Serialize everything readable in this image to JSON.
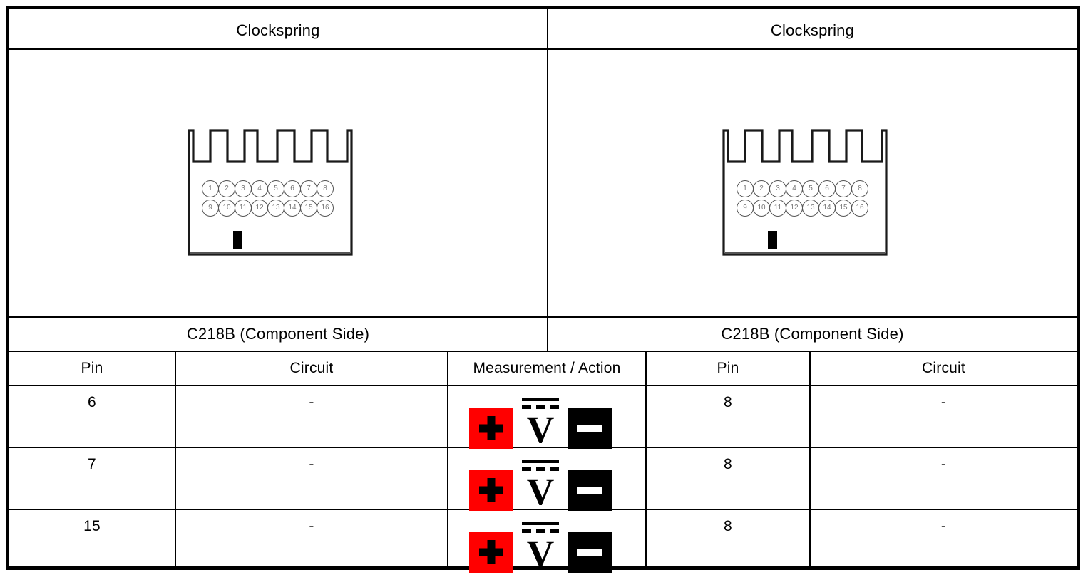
{
  "document": {
    "kind": "connector-pinout-test-table",
    "halves": [
      {
        "side": "left",
        "component_title": "Clockspring",
        "connector_caption": "C218B (Component Side)",
        "connector": {
          "name": "C218B",
          "pin_rows": [
            [
              "1",
              "2",
              "3",
              "4",
              "5",
              "6",
              "7",
              "8"
            ],
            [
              "9",
              "10",
              "11",
              "12",
              "13",
              "14",
              "15",
              "16"
            ]
          ]
        }
      },
      {
        "side": "right",
        "component_title": "Clockspring",
        "connector_caption": "C218B (Component Side)",
        "connector": {
          "name": "C218B",
          "pin_rows": [
            [
              "1",
              "2",
              "3",
              "4",
              "5",
              "6",
              "7",
              "8"
            ],
            [
              "9",
              "10",
              "11",
              "12",
              "13",
              "14",
              "15",
              "16"
            ]
          ]
        }
      }
    ],
    "table": {
      "headers": {
        "left_pin": "Pin",
        "left_circuit": "Circuit",
        "measurement": "Measurement / Action",
        "right_pin": "Pin",
        "right_circuit": "Circuit"
      },
      "rows": [
        {
          "left_pin": "6",
          "left_circuit": "-",
          "measurement": {
            "positive_label": "+",
            "meter_mode": "V",
            "negative_label": "−"
          },
          "right_pin": "8",
          "right_circuit": "-"
        },
        {
          "left_pin": "7",
          "left_circuit": "-",
          "measurement": {
            "positive_label": "+",
            "meter_mode": "V",
            "negative_label": "−"
          },
          "right_pin": "8",
          "right_circuit": "-"
        },
        {
          "left_pin": "15",
          "left_circuit": "-",
          "measurement": {
            "positive_label": "+",
            "meter_mode": "V",
            "negative_label": "−"
          },
          "right_pin": "8",
          "right_circuit": "-"
        }
      ]
    },
    "colors": {
      "positive_probe": "#FF0000",
      "negative_probe": "#000000",
      "frame": "#000000",
      "background": "#FFFFFF",
      "pin_outline": "#555555"
    }
  }
}
